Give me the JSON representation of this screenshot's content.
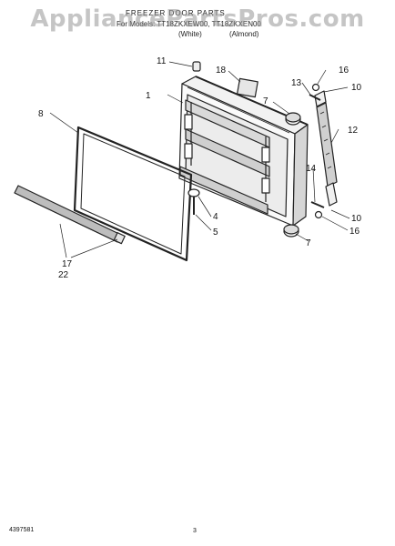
{
  "watermark": "AppliancePartsPros.com",
  "header": {
    "title": "FREEZER DOOR PARTS",
    "subtitle": "For Models: TT18ZKXEW00, TT18ZKXEN00",
    "variant_white": "(White)",
    "variant_almond": "(Almond)"
  },
  "callouts": {
    "c1": "1",
    "c4": "4",
    "c5": "5",
    "c7a": "7",
    "c7b": "7",
    "c8": "8",
    "c10a": "10",
    "c10b": "10",
    "c11": "11",
    "c12": "12",
    "c13": "13",
    "c14": "14",
    "c16a": "16",
    "c16b": "16",
    "c17": "17",
    "c18": "18",
    "c22": "22"
  },
  "footer": {
    "doc_number": "4397581",
    "page_number": "3"
  },
  "colors": {
    "line": "#222222",
    "shade": "#bfbfbf",
    "background": "#ffffff"
  }
}
